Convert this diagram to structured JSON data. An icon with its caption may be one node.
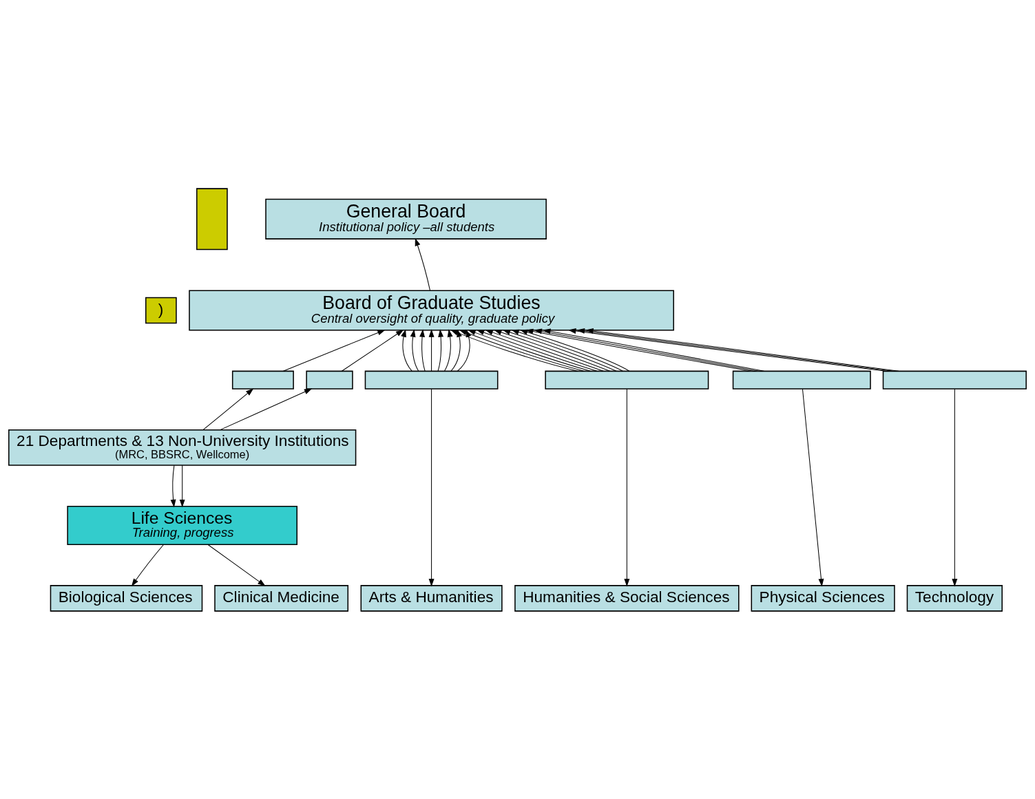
{
  "diagram": {
    "nodes": [
      {
        "text": [
          "General Board",
          "Institutional policy –all students"
        ]
      },
      {
        "text": [
          "Board of Graduate Studies",
          "Central oversight of quality, graduate policy"
        ]
      },
      {
        "text": [],
        "shape": "box"
      },
      {
        "text": [
          ")"
        ]
      },
      {
        "text": [],
        "shape": "box"
      },
      {
        "text": [],
        "shape": "box"
      },
      {
        "text": [],
        "shape": "bar"
      },
      {
        "text": [],
        "shape": "bar"
      },
      {
        "text": [],
        "shape": "bar"
      },
      {
        "text": [],
        "shape": "bar"
      },
      {
        "text": [
          "21 Departments & 13 Non-University Institutions",
          "(MRC, BBSRC, Wellcome)"
        ]
      },
      {
        "text": [
          "Life Sciences",
          "Training, progress"
        ]
      },
      {
        "text": [
          "Biological Sciences"
        ]
      },
      {
        "text": [
          "Clinical Medicine"
        ]
      },
      {
        "text": [
          "Arts & Humanities"
        ]
      },
      {
        "text": [
          "Humanities & Social Sciences"
        ]
      },
      {
        "text": [
          "Physical Sciences"
        ]
      },
      {
        "text": [
          "Technology"
        ]
      }
    ],
    "edges": [
      {
        "from": 1,
        "to": 0,
        "arrow": "to"
      },
      {
        "from": 4,
        "to": 1,
        "arrow": "to"
      },
      {
        "from": 5,
        "to": 1,
        "arrow": "to"
      },
      {
        "from": 6,
        "to": 1,
        "arrow": "to"
      },
      {
        "from": 6,
        "to": 1,
        "arrow": "to"
      },
      {
        "from": 6,
        "to": 1,
        "arrow": "to"
      },
      {
        "from": 6,
        "to": 1,
        "arrow": "to"
      },
      {
        "from": 6,
        "to": 1,
        "arrow": "to"
      },
      {
        "from": 6,
        "to": 1,
        "arrow": "to"
      },
      {
        "from": 6,
        "to": 1,
        "arrow": "to"
      },
      {
        "from": 6,
        "to": 1,
        "arrow": "to"
      },
      {
        "from": 7,
        "to": 1,
        "arrow": "to"
      },
      {
        "from": 7,
        "to": 1,
        "arrow": "to"
      },
      {
        "from": 7,
        "to": 1,
        "arrow": "to"
      },
      {
        "from": 7,
        "to": 1,
        "arrow": "to"
      },
      {
        "from": 7,
        "to": 1,
        "arrow": "to"
      },
      {
        "from": 7,
        "to": 1,
        "arrow": "to"
      },
      {
        "from": 7,
        "to": 1,
        "arrow": "to"
      },
      {
        "from": 7,
        "to": 1,
        "arrow": "to"
      },
      {
        "from": 7,
        "to": 1,
        "arrow": "to"
      },
      {
        "from": 8,
        "to": 1,
        "arrow": "to"
      },
      {
        "from": 8,
        "to": 1,
        "arrow": "to"
      },
      {
        "from": 8,
        "to": 1,
        "arrow": "to"
      },
      {
        "from": 9,
        "to": 1,
        "arrow": "to"
      },
      {
        "from": 9,
        "to": 1,
        "arrow": "to"
      },
      {
        "from": 9,
        "to": 1,
        "arrow": "to"
      },
      {
        "from": 10,
        "to": 4,
        "arrow": "to"
      },
      {
        "from": 10,
        "to": 5,
        "arrow": "to"
      },
      {
        "from": 10,
        "to": 11,
        "arrow": "to"
      },
      {
        "from": 10,
        "to": 11,
        "arrow": "to"
      },
      {
        "from": 11,
        "to": 12,
        "arrow": "to"
      },
      {
        "from": 11,
        "to": 13,
        "arrow": "to"
      },
      {
        "from": 6,
        "to": 14,
        "arrow": "to"
      },
      {
        "from": 7,
        "to": 15,
        "arrow": "to"
      },
      {
        "from": 8,
        "to": 16,
        "arrow": "to"
      },
      {
        "from": 9,
        "to": 17,
        "arrow": "to"
      }
    ]
  }
}
